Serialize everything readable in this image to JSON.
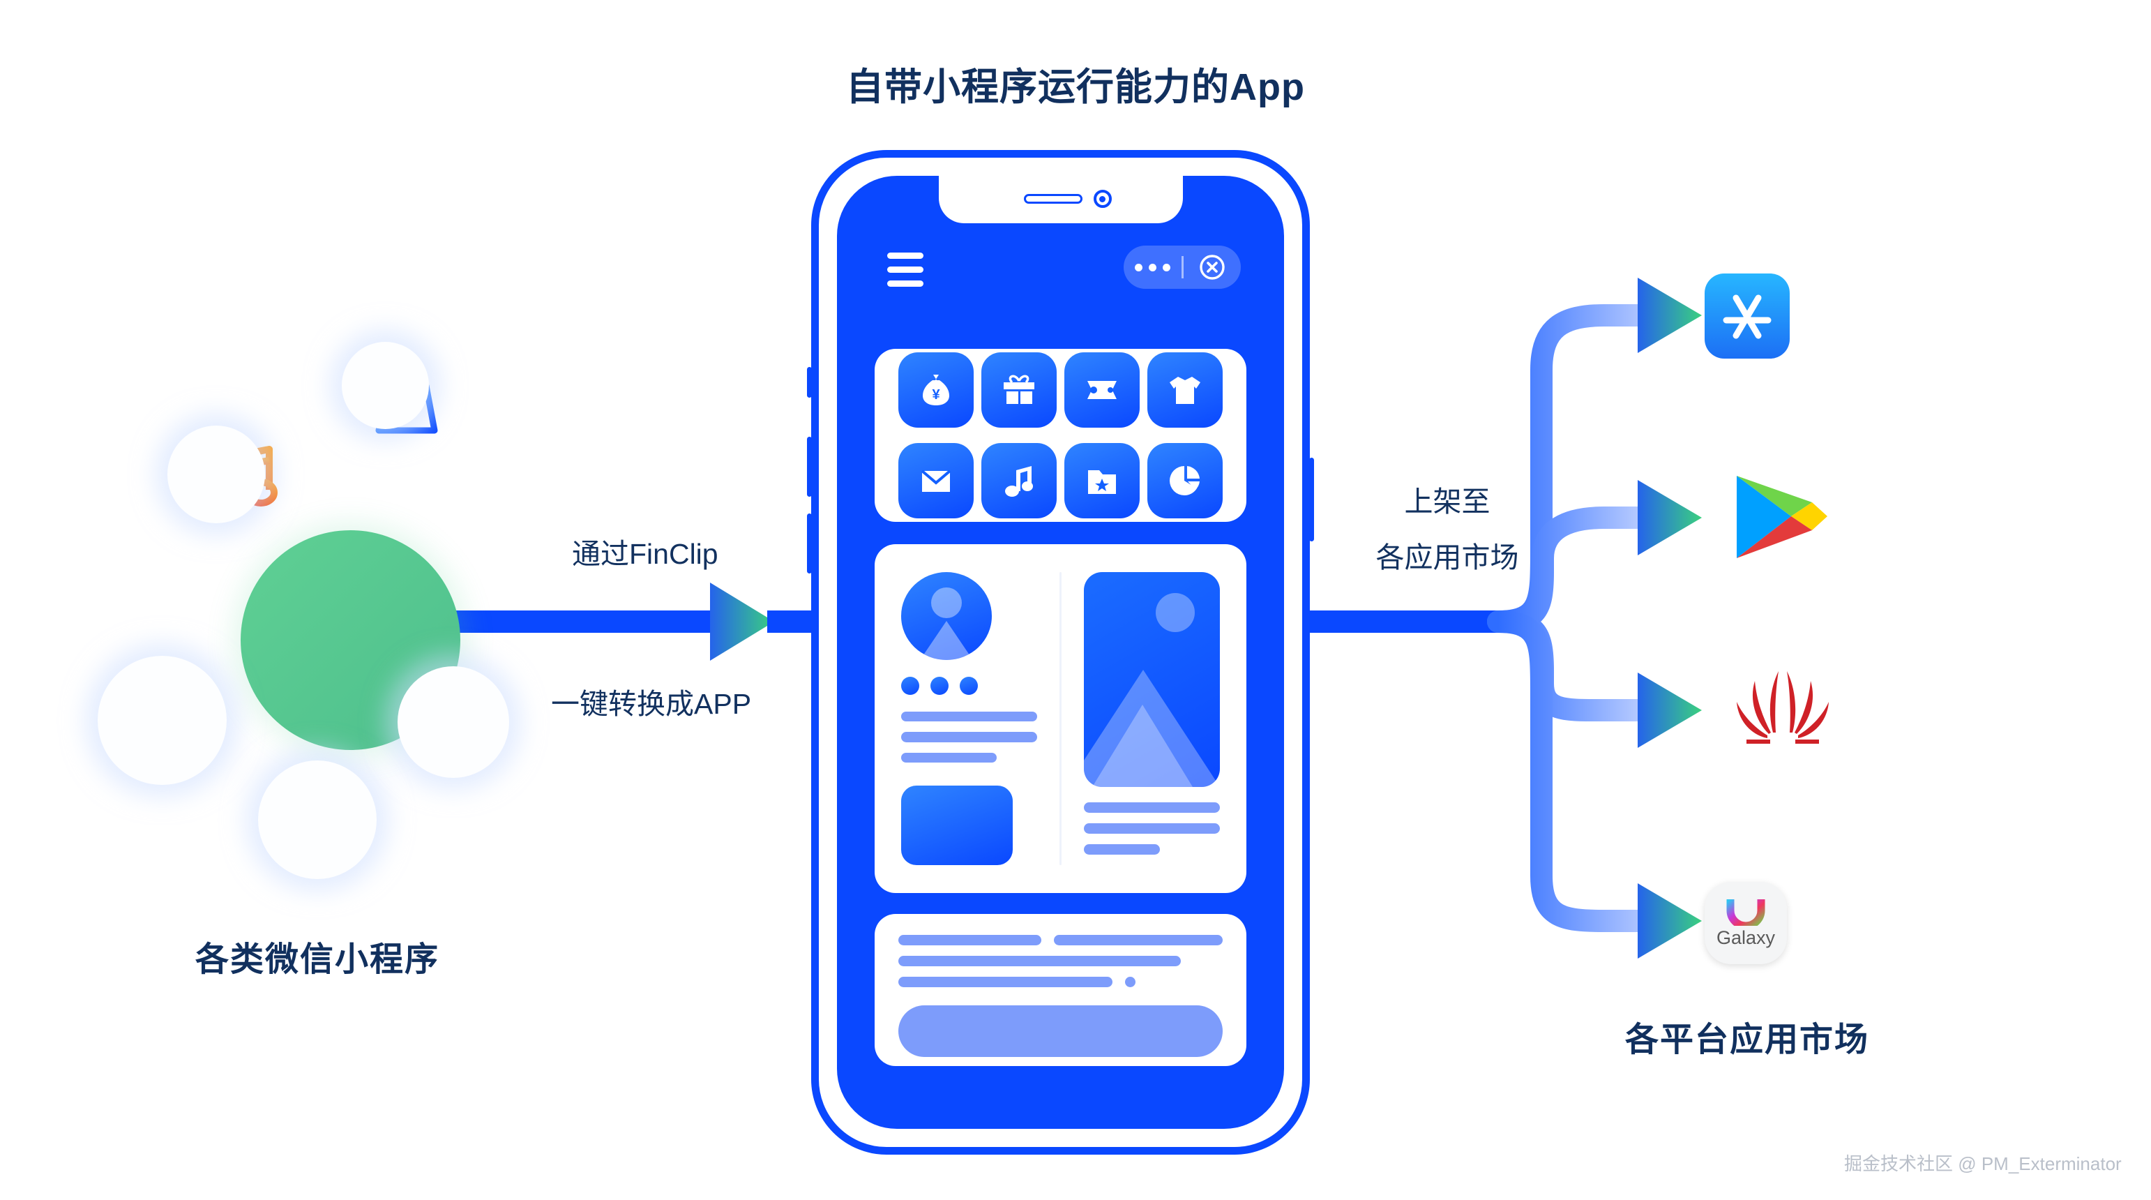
{
  "header": {
    "title": "自带小程序运行能力的App"
  },
  "flow": {
    "left_label_top": "通过FinClip",
    "left_label_bottom": "一键转换成APP",
    "right_label_line1": "上架至",
    "right_label_line2": "各应用市场"
  },
  "captions": {
    "left": "各类微信小程序",
    "right": "各平台应用市场"
  },
  "watermark": "掘金技术社区 @ PM_Exterminator",
  "left_cluster": {
    "center": {
      "name": "wechat-logo",
      "icon": "wechat-chat-bubbles-icon",
      "color": "#5fd094"
    },
    "bubbles": [
      {
        "name": "shopping-bag",
        "icon": "shopping-bag-icon",
        "color": "#1f6bff"
      },
      {
        "name": "music",
        "icon": "music-note-icon",
        "color": "#ff6a17"
      },
      {
        "name": "location",
        "icon": "location-pin-icon",
        "color": "#61cf95"
      },
      {
        "name": "weather",
        "icon": "cloud-rain-icon",
        "color": "#33a9f0"
      },
      {
        "name": "food",
        "icon": "fork-knife-icon",
        "color": "#ffd11a"
      }
    ]
  },
  "phone": {
    "nav": {
      "menu_icon": "hamburger-menu-icon",
      "more_icon": "more-dots-icon",
      "close_icon": "close-circle-icon"
    },
    "app_grid": [
      {
        "name": "money-bag",
        "icon": "money-bag-yuan-icon"
      },
      {
        "name": "gift",
        "icon": "gift-box-icon"
      },
      {
        "name": "game",
        "icon": "game-controller-icon"
      },
      {
        "name": "clothing",
        "icon": "t-shirt-icon"
      },
      {
        "name": "mail",
        "icon": "envelope-icon"
      },
      {
        "name": "music",
        "icon": "music-note-icon"
      },
      {
        "name": "favorites",
        "icon": "folder-star-icon"
      },
      {
        "name": "analytics",
        "icon": "pie-chart-icon"
      }
    ]
  },
  "stores": [
    {
      "name": "app-store",
      "label": "App Store",
      "icon": "app-store-icon"
    },
    {
      "name": "google-play",
      "label": "Google Play",
      "icon": "google-play-icon"
    },
    {
      "name": "huawei-appgallery",
      "label": "Huawei",
      "icon": "huawei-logo-icon"
    },
    {
      "name": "galaxy-store",
      "label": "Galaxy",
      "icon": "galaxy-store-icon"
    }
  ],
  "colors": {
    "primary_blue": "#0a48ff",
    "navy_text": "#11305e",
    "wechat_green": "#5fd094",
    "arrow_gradient_start": "#2563eb",
    "arrow_gradient_end": "#3ad07f"
  }
}
